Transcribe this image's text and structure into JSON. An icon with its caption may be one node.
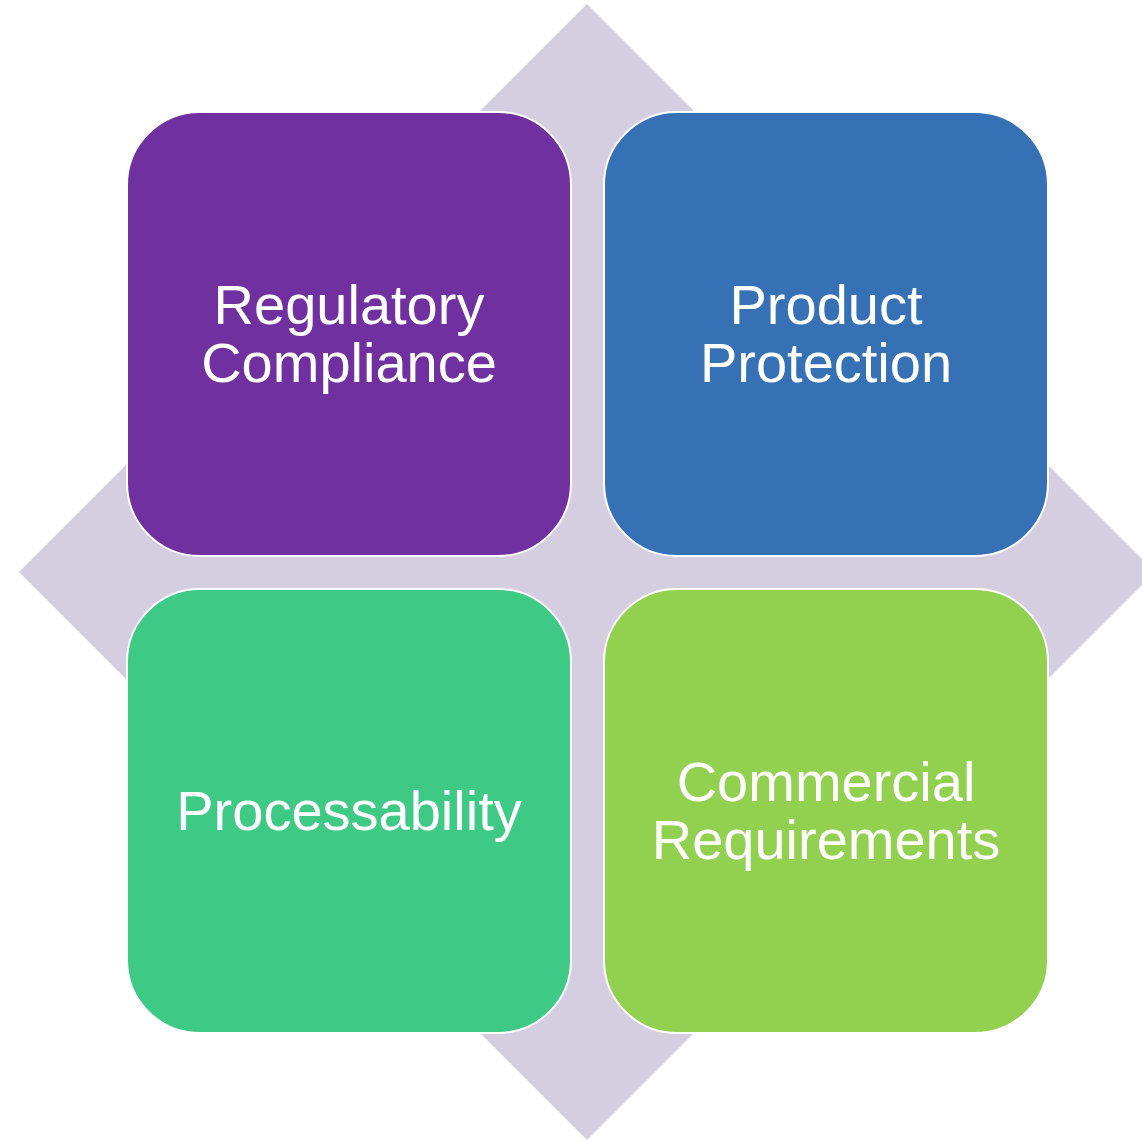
{
  "diagram": {
    "nodes": [
      {
        "text": [
          "Regulatory Compliance"
        ]
      },
      {
        "text": [
          "Product Protection"
        ]
      },
      {
        "text": [
          "Processability"
        ]
      },
      {
        "text": [
          "Commercial Requirements"
        ]
      }
    ]
  }
}
